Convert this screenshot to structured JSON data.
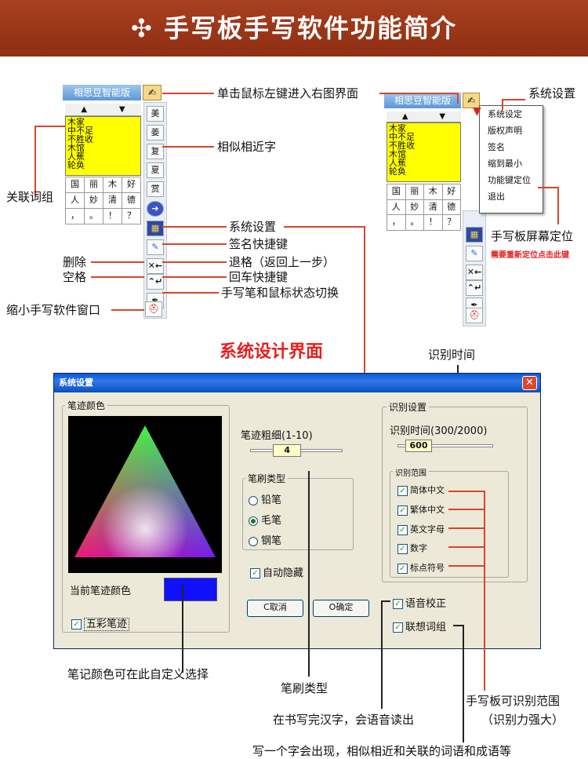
{
  "banner": {
    "title": "✣ 手写板手写软件功能简介"
  },
  "left_panel": {
    "title": "相思豆智能版",
    "arrows": [
      "▲",
      "▼"
    ],
    "candidates": [
      "木家",
      "中不足",
      "不胜收",
      "木馆",
      "人蕉",
      "轮奂"
    ],
    "grid": [
      "国",
      "丽",
      "木",
      "好",
      "人",
      "妙",
      "清",
      "德",
      "，",
      "。",
      "！",
      "？"
    ],
    "side_buttons": [
      "美",
      "姜",
      "复",
      "夏",
      "赏"
    ]
  },
  "right_panel": {
    "title": "相思豆智能版",
    "arrows": [
      "▲",
      "▼"
    ],
    "candidates": [
      "木家",
      "中不足",
      "不胜收",
      "木馆",
      "人蕉",
      "轮奂"
    ],
    "grid": [
      "国",
      "丽",
      "木",
      "好",
      "人",
      "妙",
      "清",
      "德",
      "，",
      "。",
      "！",
      "？"
    ]
  },
  "popup_menu": [
    "系统设定",
    "版权声明",
    "签名",
    "缩到最小",
    "功能键定位",
    "退出"
  ],
  "annotations": {
    "left_click": "单击鼠标左键进入右图界面",
    "similar": "相似相近字",
    "assoc": "关联词组",
    "sys_settings": "系统设置",
    "signature": "签名快捷键",
    "delete": "删除",
    "space": "空格",
    "backspace": "退格（返回上一步）",
    "enter": "回车快捷键",
    "pen_mouse": "手写笔和鼠标状态切换",
    "minimize": "缩小手写软件窗口",
    "sys_settings_right": "系统设置",
    "screen_pos": "手写板屏幕定位",
    "screen_pos_hint": "需要重新定位点击此键",
    "dialog_heading": "系统设计界面",
    "recog_time": "识别时间",
    "pen_color_note": "笔记颜色可在此自定义选择",
    "brush_type_note": "笔刷类型",
    "speech_note": "在书写完汉字，会语音读出",
    "range_note_1": "手写板可识别范围",
    "range_note_2": "（识别力强大）",
    "bottom_cut": "写一个字会出现，相似相近和关联的词语和成语等"
  },
  "dialog": {
    "title": "系统设置",
    "close": "✕",
    "pen_color_group": "笔迹颜色",
    "current_color_label": "当前笔迹颜色",
    "current_color": "#1010ff",
    "rainbow_label": "五彩笔迹",
    "thickness_label": "笔迹粗细(1-10)",
    "thickness_value": "4",
    "thickness_level": 0.4,
    "brush_group": "笔刷类型",
    "brushes": [
      {
        "label": "铅笔",
        "selected": false
      },
      {
        "label": "毛笔",
        "selected": true
      },
      {
        "label": "钢笔",
        "selected": false
      }
    ],
    "auto_hide_label": "自动隐藏",
    "cancel_label": "C取消",
    "ok_label": "O确定",
    "recog_group": "识别设置",
    "recog_time_label": "识别时间(300/2000)",
    "recog_time_value": "600",
    "range_group": "识别范围",
    "ranges": [
      "简体中文",
      "繁体中文",
      "英文字母",
      "数字",
      "标点符号"
    ],
    "speech_label": "语音校正",
    "assoc_label": "联想词组"
  }
}
